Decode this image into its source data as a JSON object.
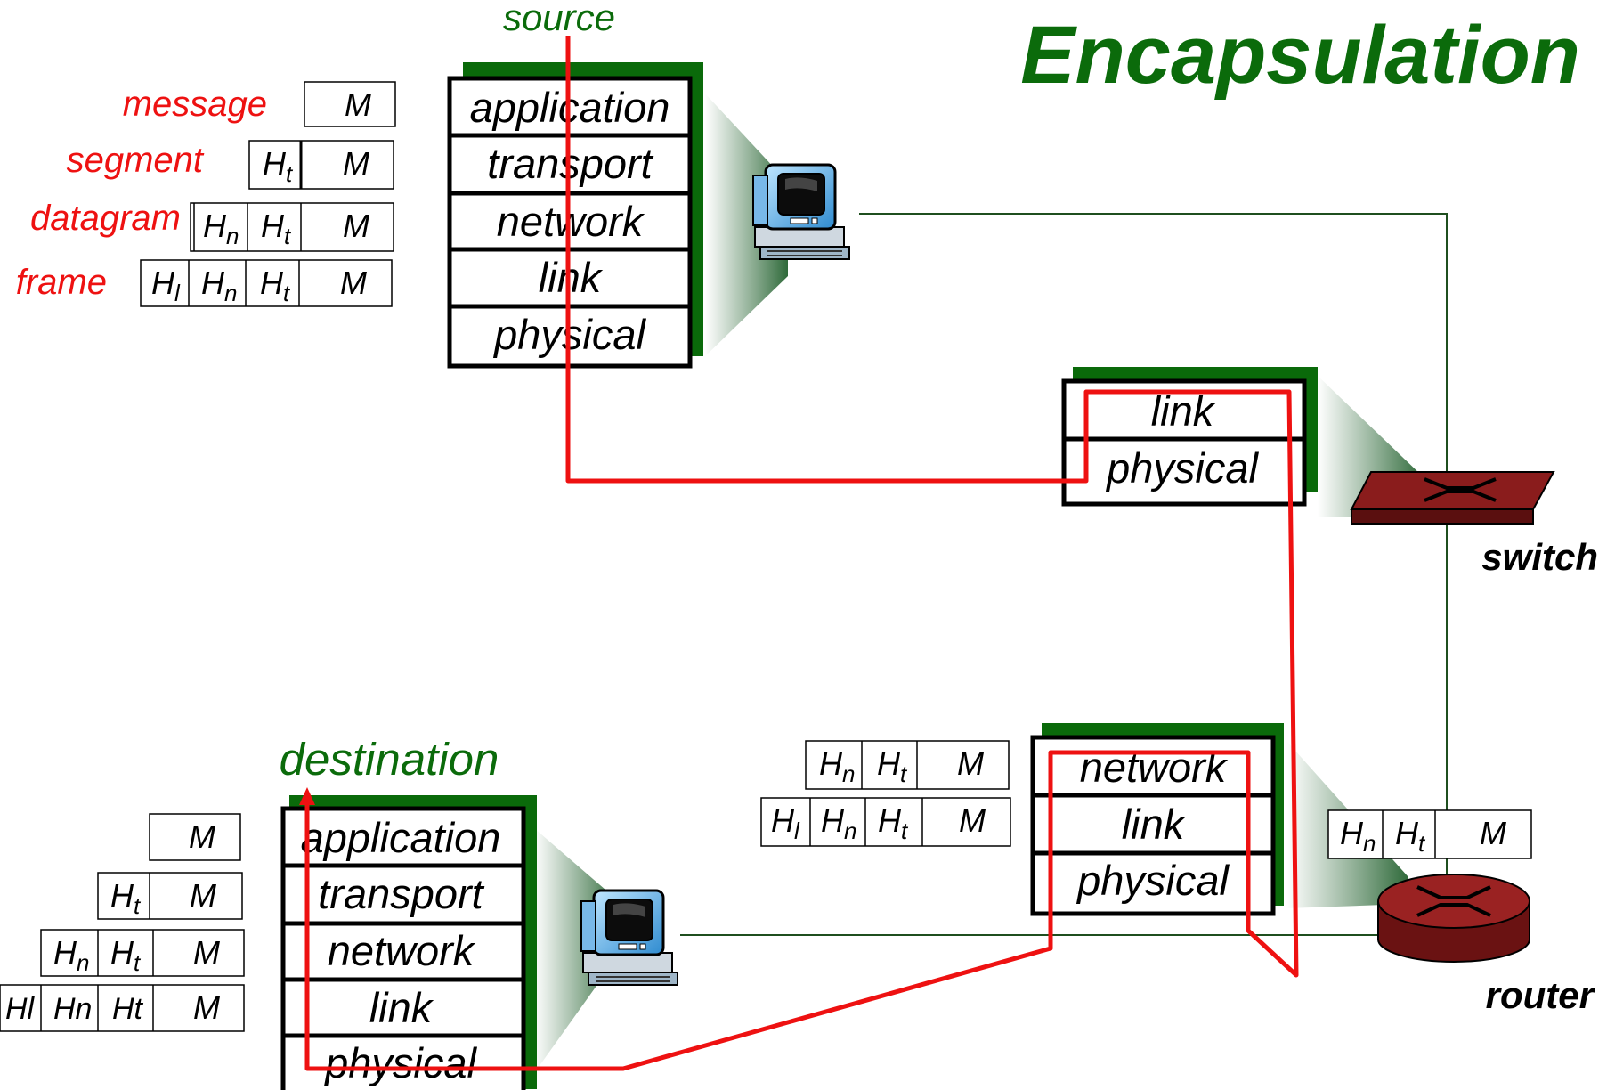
{
  "title": "Encapsulation",
  "labels": {
    "source": "source",
    "destination": "destination",
    "switch": "switch",
    "router": "router"
  },
  "legend": {
    "message": "message",
    "segment": "segment",
    "datagram": "datagram",
    "frame": "frame"
  },
  "source_stack": [
    "application",
    "transport",
    "network",
    "link",
    "physical"
  ],
  "dest_stack": [
    "application",
    "transport",
    "network",
    "link",
    "physical"
  ],
  "switch_stack": [
    "link",
    "physical"
  ],
  "router_stack": [
    "network",
    "link",
    "physical"
  ],
  "headers": {
    "M": "M",
    "H": "H",
    "t": "t",
    "n": "n",
    "l": "l",
    "dest_hl": "Hl",
    "dest_hn": "Hn",
    "dest_ht": "Ht"
  },
  "colors": {
    "title": "#0b6b0b",
    "stack_shadow": "#0a6a0a",
    "red_path": "#ee1111",
    "legend_text": "#ee1111",
    "link_line": "#1f4f1f",
    "device": "#7a1a1a"
  }
}
